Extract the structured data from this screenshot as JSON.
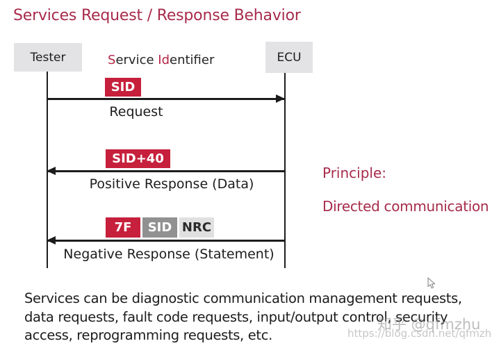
{
  "title": "Services Request / Response Behavior",
  "diagram": {
    "tester_label": "Tester",
    "ecu_label": "ECU",
    "service_identifier": {
      "part1_red": "S",
      "part2": "ervice ",
      "part3_red": "Id",
      "part4": "entifier"
    },
    "messages": [
      {
        "direction": "tester-to-ecu",
        "badges": [
          {
            "label": "SID",
            "style": "red"
          }
        ],
        "caption": "Request"
      },
      {
        "direction": "ecu-to-tester",
        "badges": [
          {
            "label": "SID+40",
            "style": "red"
          }
        ],
        "caption": "Positive Response (Data)"
      },
      {
        "direction": "ecu-to-tester",
        "badges": [
          {
            "label": "7F",
            "style": "red"
          },
          {
            "label": "SID",
            "style": "gray"
          },
          {
            "label": "NRC",
            "style": "lightgray"
          }
        ],
        "caption": "Negative Response (Statement)"
      }
    ]
  },
  "principle": {
    "heading": "Principle:",
    "text": "Directed communication"
  },
  "description_lines": [
    "Services can be diagnostic communication management requests,",
    "data requests, fault code requests, input/output control, security",
    "access, reprogramming requests, etc."
  ],
  "watermark": {
    "zhihu": "知乎 @qfmzhu",
    "url": "https://blog.csdn.net/qfmzhu"
  },
  "colors": {
    "title_red": "#a72b4b",
    "badge_red": "#c6203c",
    "badge_gray": "#919191",
    "badge_lightgray": "#e0e0e0",
    "node_gray": "#e3e3e6",
    "line_black": "#1c1c1c"
  }
}
